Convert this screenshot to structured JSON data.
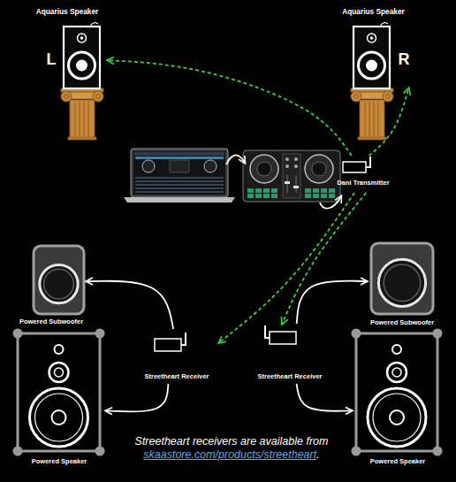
{
  "diagram": {
    "caption": "Streetheart receivers are available from skaastore.com/products/streetheart.",
    "nodes": [
      {
        "text": [
          "Aquarius Speaker",
          "L"
        ]
      },
      {
        "text": [
          "Aquarius Speaker",
          "R"
        ]
      },
      {
        "text": [
          "Dani Transmitter"
        ]
      },
      {
        "text": [
          "Powered Subwoofer"
        ]
      },
      {
        "text": [
          "Powered Subwoofer"
        ]
      },
      {
        "text": [
          "Streetheart Receiver"
        ]
      },
      {
        "text": [
          "Streetheart Receiver"
        ]
      },
      {
        "text": [
          "Powered Speaker"
        ]
      },
      {
        "text": [
          "Powered Speaker"
        ]
      }
    ],
    "edges": [
      {
        "from": 2,
        "to": 0,
        "arrow": "to"
      },
      {
        "from": 2,
        "to": 1,
        "arrow": "to"
      },
      {
        "from": 2,
        "to": 5,
        "arrow": "to"
      },
      {
        "from": 2,
        "to": 6,
        "arrow": "to"
      },
      {
        "from": 5,
        "to": 3,
        "arrow": "to"
      },
      {
        "from": 5,
        "to": 7,
        "arrow": "to"
      },
      {
        "from": 6,
        "to": 4,
        "arrow": "to"
      },
      {
        "from": 6,
        "to": 8,
        "arrow": "to"
      }
    ]
  }
}
